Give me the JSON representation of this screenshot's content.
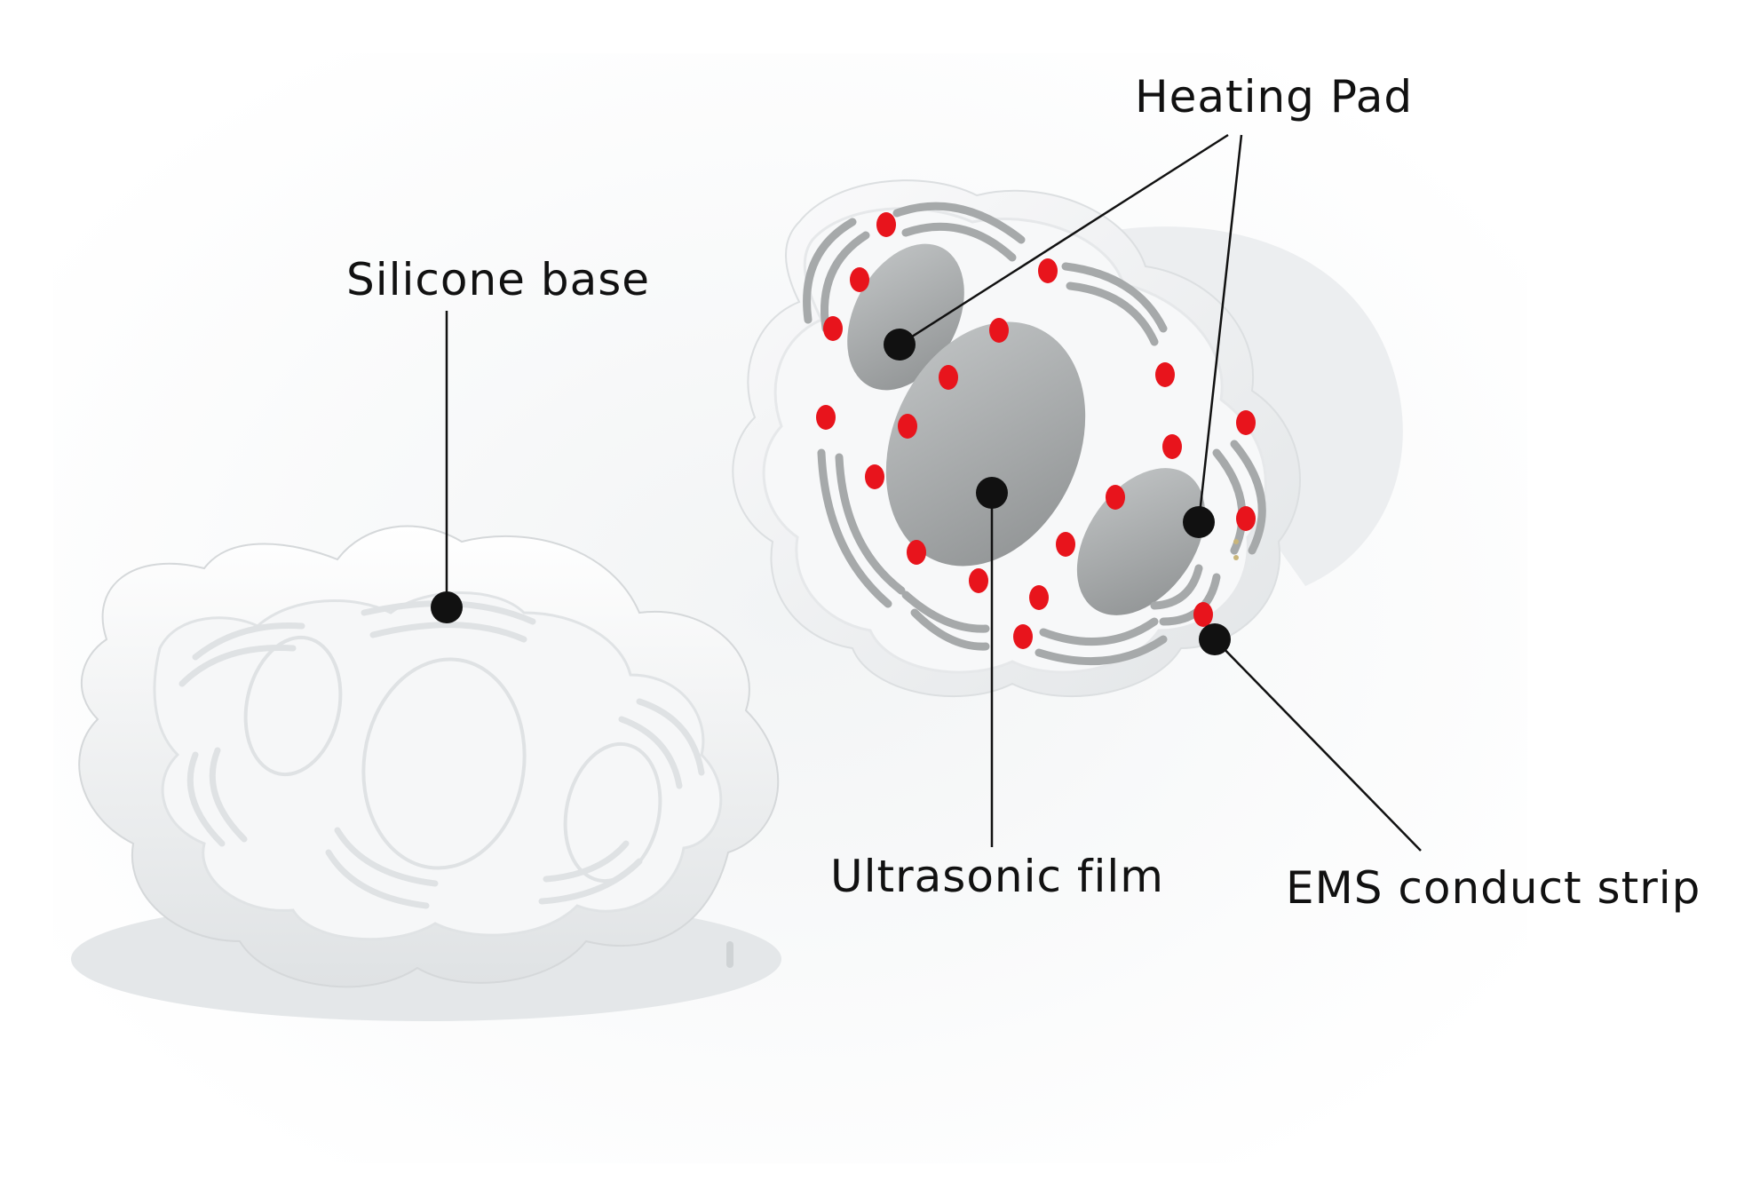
{
  "labels": {
    "heating_pad": "Heating Pad",
    "silicone_base": "Silicone base",
    "ultrasonic_film": "Ultrasonic film",
    "ems_conduct_strip": "EMS conduct strip"
  },
  "colors": {
    "background": "#ffffff",
    "device_body": "#f4f5f6",
    "metal_plate": "#a9acad",
    "led_dot": "#e8141c",
    "callout": "#111111"
  }
}
